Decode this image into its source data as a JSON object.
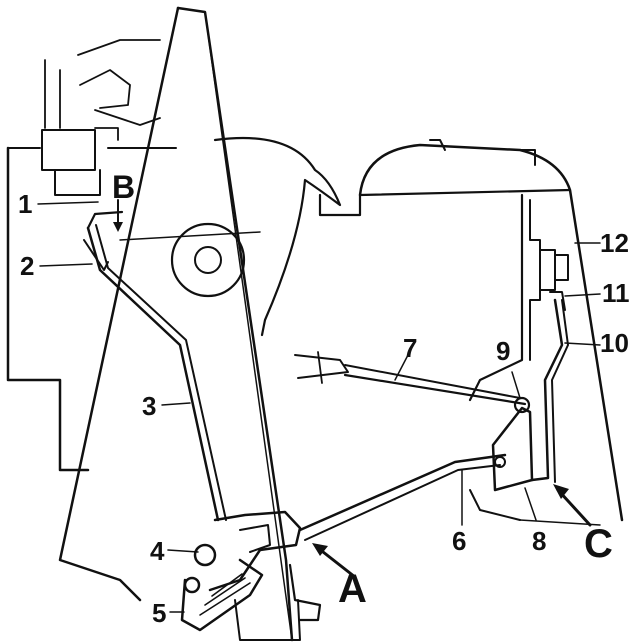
{
  "diagram": {
    "callouts": [
      {
        "id": "1",
        "text": "1"
      },
      {
        "id": "2",
        "text": "2"
      },
      {
        "id": "3",
        "text": "3"
      },
      {
        "id": "4",
        "text": "4"
      },
      {
        "id": "5",
        "text": "5"
      },
      {
        "id": "6",
        "text": "6"
      },
      {
        "id": "7",
        "text": "7"
      },
      {
        "id": "8",
        "text": "8"
      },
      {
        "id": "9",
        "text": "9"
      },
      {
        "id": "10",
        "text": "10"
      },
      {
        "id": "11",
        "text": "11"
      },
      {
        "id": "12",
        "text": "12"
      }
    ],
    "letters": {
      "a": "A",
      "b": "B",
      "c": "C"
    },
    "ink_color": "#111111",
    "background_color": "#ffffff"
  }
}
